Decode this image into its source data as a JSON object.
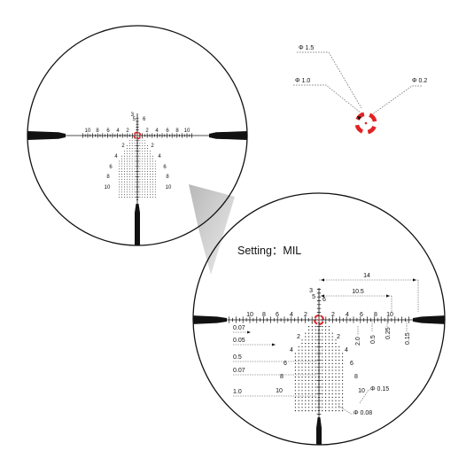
{
  "setting_label": "Setting：MIL",
  "small_view": {
    "scale_numbers_left": [
      "10",
      "8",
      "6",
      "4",
      "2"
    ],
    "scale_numbers_right": [
      "2",
      "4",
      "6",
      "8",
      "10"
    ],
    "vertical_numbers": [
      "2",
      "4",
      "6",
      "8",
      "10"
    ],
    "top_numbers": [
      "3",
      "5",
      "6"
    ]
  },
  "detail_view": {
    "scale_numbers_left": [
      "10",
      "8",
      "6",
      "4",
      "2"
    ],
    "scale_numbers_right": [
      "2",
      "4",
      "6",
      "8",
      "10"
    ],
    "vertical_numbers": [
      "2",
      "4",
      "6",
      "8",
      "10"
    ],
    "top_numbers": [
      "3",
      "5",
      "6"
    ],
    "dimension_top": "14",
    "dimension_mid": "10.5",
    "hash_widths": [
      "0.07",
      "0.05",
      "0.5",
      "0.07",
      "1.0"
    ],
    "vertical_specs": [
      "0.25",
      "0.5",
      "2.0",
      "0.15"
    ],
    "dot_diameter_a": "Φ 0.15",
    "dot_diameter_b": "Φ 0.08"
  },
  "center_callout": {
    "outer": "Φ 1.5",
    "ring": "Φ 1.0",
    "dot": "Φ 0.2"
  },
  "colors": {
    "reticle": "#111111",
    "accent_red": "#e32222",
    "leader": "#666666"
  }
}
